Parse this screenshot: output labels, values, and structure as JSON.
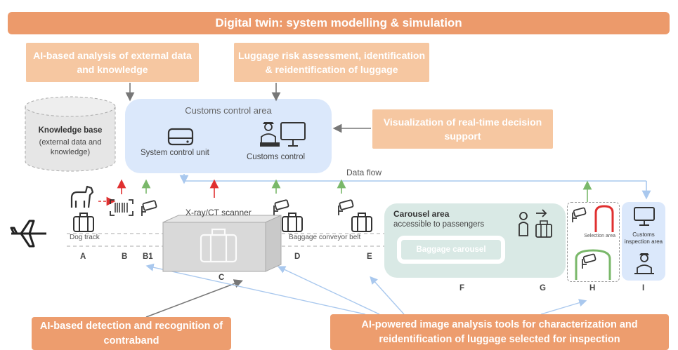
{
  "banner": "Digital twin: system modelling & simulation",
  "top_boxes": {
    "external": "AI-based analysis of external data and knowledge",
    "risk": "Luggage risk assessment, identification & reidentification of luggage",
    "visualization": "Visualization of real-time decision support"
  },
  "knowledge_base": {
    "title": "Knowledge base",
    "sub": "(external data and knowledge)"
  },
  "customs_area": {
    "title": "Customs control area",
    "unit": "System control unit",
    "control": "Customs control"
  },
  "data_flow": "Data flow",
  "labels": {
    "xray": "X-ray/CT scanner",
    "dog_track": "Dog track",
    "conveyor": "Baggage conveyor belt",
    "carousel_title": "Carousel area",
    "carousel_sub": "accessible to passengers",
    "carousel": "Baggage carousel",
    "selection": "Selection area",
    "inspection": "Customs inspection area"
  },
  "letters": {
    "A": "A",
    "B": "B",
    "B1": "B1",
    "C": "C",
    "D": "D",
    "E": "E",
    "F": "F",
    "G": "G",
    "H": "H",
    "I": "I"
  },
  "bottom_boxes": {
    "contraband": "AI-based detection and recognition of contraband",
    "image": "AI-powered image analysis tools for characterization and reidentification of luggage selected for inspection"
  },
  "colors": {
    "banner": "#ec9a6b",
    "box_light": "#f6c7a1",
    "customs_bg": "#dbe8fb",
    "carousel_bg": "#d9e9e5",
    "red_arrow": "#e03030",
    "green_arrow": "#7ab86a",
    "blue_line": "#a9c8ee"
  }
}
